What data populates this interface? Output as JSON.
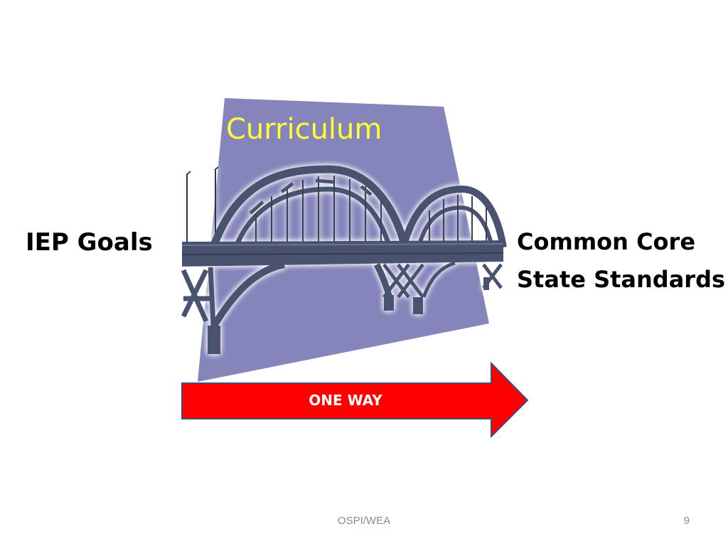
{
  "slide": {
    "left_label": "IEP Goals",
    "top_label": "Curriculum",
    "right_label_lines": [
      "Common Core",
      "State Standards"
    ],
    "arrow_label": "ONE WAY"
  },
  "footer": {
    "center_text": "OSPI/WEA",
    "page_number": "9"
  },
  "colors": {
    "background_panel": "#8585bb",
    "curriculum_text": "#ffff33",
    "bridge_steel": "#4a5270",
    "arrow_fill": "#ff0000",
    "arrow_border": "#3f4f7a"
  },
  "icons": [
    "bridge-illustration",
    "one-way-arrow-sign"
  ]
}
